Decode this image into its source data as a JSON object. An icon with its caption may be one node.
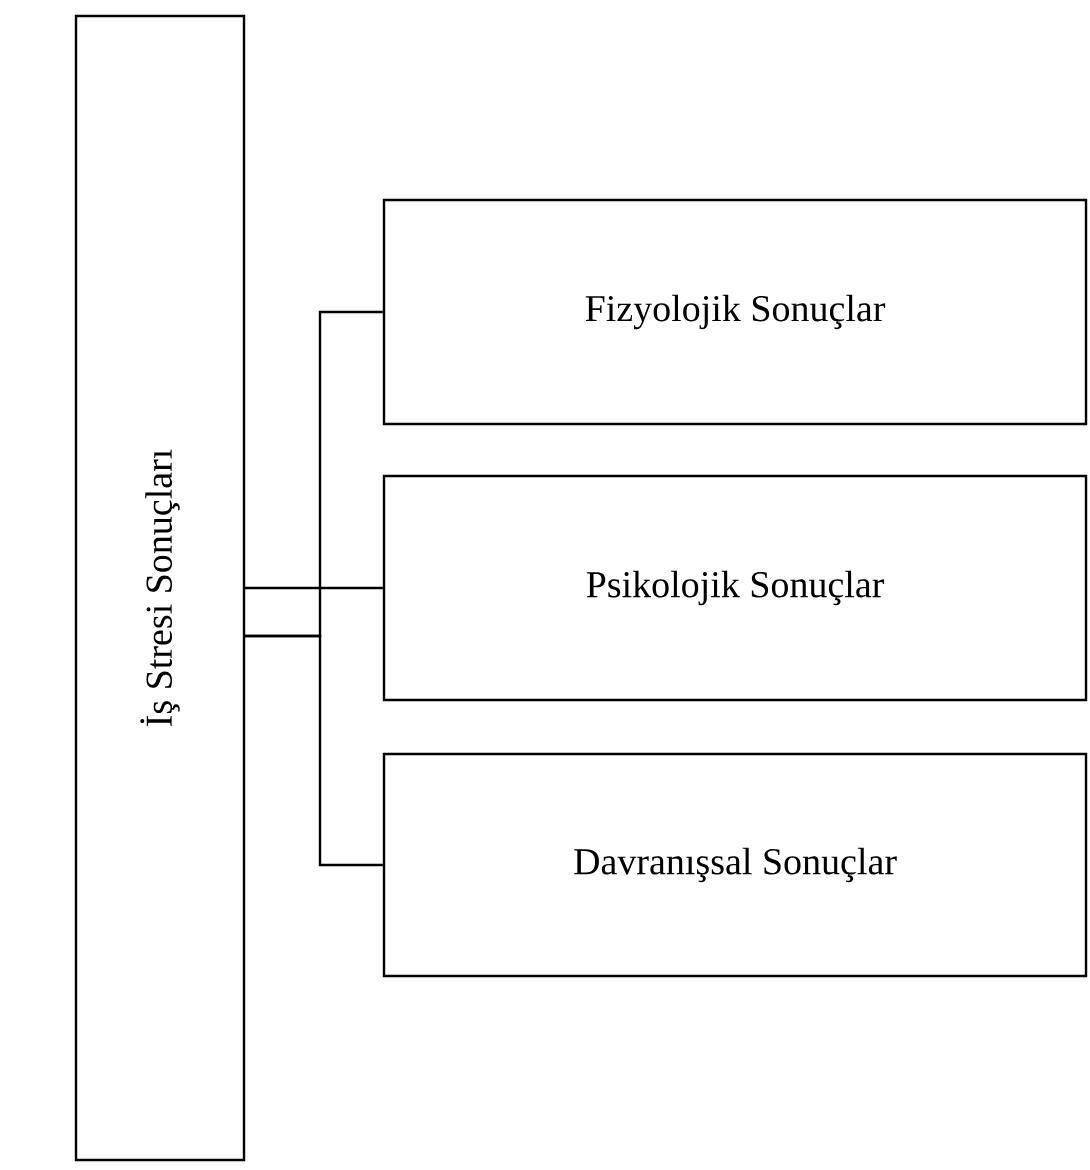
{
  "diagram": {
    "nodes": [
      {
        "text": [
          "İş Stresi Sonuçları"
        ]
      },
      {
        "text": [
          "Fizyolojik Sonuçlar"
        ]
      },
      {
        "text": [
          "Psikolojik Sonuçlar"
        ]
      },
      {
        "text": [
          "Davranışsal Sonuçlar"
        ]
      }
    ],
    "edges": [
      {
        "from": 0,
        "to": 1,
        "arrow": "none"
      },
      {
        "from": 0,
        "to": 2,
        "arrow": "none"
      },
      {
        "from": 0,
        "to": 3,
        "arrow": "none"
      }
    ]
  }
}
